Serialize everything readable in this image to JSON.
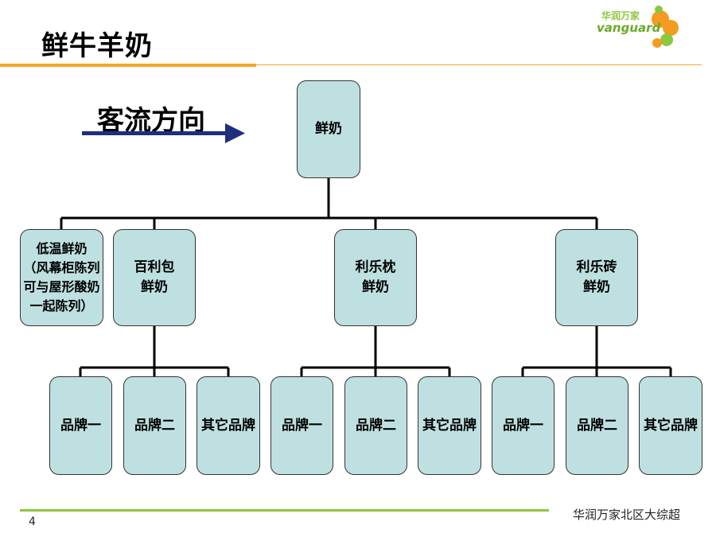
{
  "slide": {
    "title": "鲜牛羊奶",
    "flow_label": "客流方向",
    "footer": "华润万家北区大综超",
    "page_number": "4",
    "logo": {
      "cn": "华润万家",
      "en": "vanguard"
    },
    "colors": {
      "node_fill": "#bfe0e0",
      "accent_orange": "#f5a623",
      "accent_green": "#8dc63f",
      "arrow": "#1f2f7f"
    }
  },
  "tree": {
    "root": "鲜奶",
    "level1": [
      {
        "label": "低温鲜奶\n（风幕柜陈列\n可与屋形酸奶\n一起陈列）"
      },
      {
        "label": "百利包\n鲜奶"
      },
      {
        "label": "利乐枕\n鲜奶"
      },
      {
        "label": "利乐砖\n鲜奶"
      }
    ],
    "level2": [
      {
        "label": "品牌一"
      },
      {
        "label": "品牌二"
      },
      {
        "label": "其它品牌"
      },
      {
        "label": "品牌一"
      },
      {
        "label": "品牌二"
      },
      {
        "label": "其它品牌"
      },
      {
        "label": "品牌一"
      },
      {
        "label": "品牌二"
      },
      {
        "label": "其它品牌"
      }
    ]
  }
}
